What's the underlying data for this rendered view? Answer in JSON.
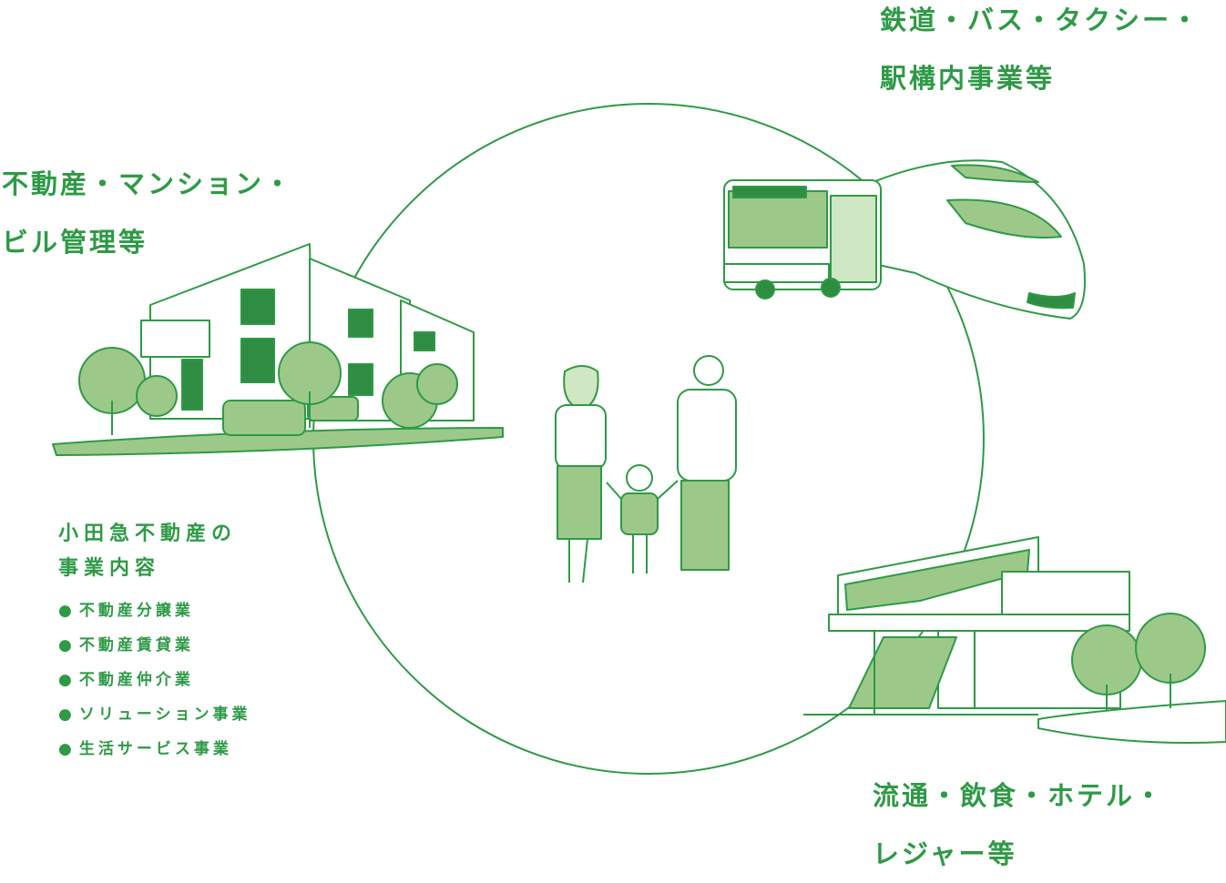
{
  "labels": {
    "real_estate": [
      "不動産・マンション・",
      "ビル管理等"
    ],
    "transport": [
      "鉄道・バス・タクシー・",
      "駅構内事業等"
    ],
    "distribution": [
      "流通・飲食・ホテル・",
      "レジャー等"
    ]
  },
  "business": {
    "title": [
      "小田急不動産の",
      "事業内容"
    ],
    "items": [
      "不動産分譲業",
      "不動産賃貸業",
      "不動産仲介業",
      "ソリューション事業",
      "生活サービス事業"
    ]
  },
  "colors": {
    "line": "#2e9a46",
    "fill": "#9cc98a",
    "dark": "#2f8d43",
    "soft": "#cfe7c2"
  }
}
